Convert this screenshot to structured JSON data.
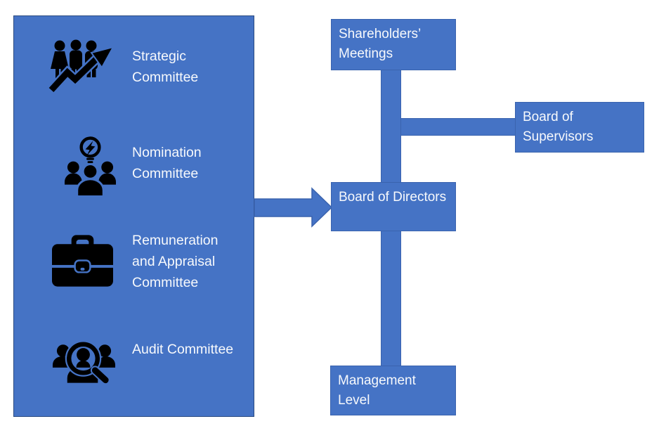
{
  "colors": {
    "shape_fill": "#4573C5",
    "shape_border": "#3a63ae",
    "panel_border": "#2a4a80",
    "label_text": "#f7f9fc",
    "icon_color": "#000000",
    "background": "#ffffff"
  },
  "left_panel": {
    "items": [
      {
        "icon": "team-growth-arrow-icon",
        "label": "Strategic Committee"
      },
      {
        "icon": "idea-team-icon",
        "label": "Nomination Committee"
      },
      {
        "icon": "briefcase-icon",
        "label": "Remuneration and Appraisal Committee"
      },
      {
        "icon": "audit-magnifier-team-icon",
        "label": "Audit Committee"
      }
    ]
  },
  "org_chart": {
    "nodes": [
      {
        "id": "shareholders-meetings",
        "label": "Shareholders’ Meetings"
      },
      {
        "id": "board-of-supervisors",
        "label": "Board of Supervisors"
      },
      {
        "id": "board-of-directors",
        "label": "Board of Directors"
      },
      {
        "id": "management-level",
        "label": "Management Level"
      }
    ],
    "connections": [
      "shareholders-meetings -> board-of-directors",
      "shareholders-meetings -> board-of-supervisors",
      "board-of-directors -> management-level",
      "committees-panel -> board-of-directors"
    ]
  }
}
